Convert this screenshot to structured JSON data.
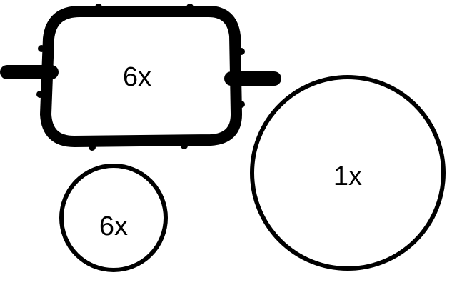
{
  "colors": {
    "background": "#ffffff",
    "stroke": "#000000"
  },
  "parts": [
    {
      "id": "manifold-gasket",
      "shape": "rounded-rectangle-with-tabs",
      "label": "6x"
    },
    {
      "id": "large-o-ring",
      "shape": "circle",
      "label": "1x"
    },
    {
      "id": "small-o-ring",
      "shape": "circle",
      "label": "6x"
    }
  ]
}
